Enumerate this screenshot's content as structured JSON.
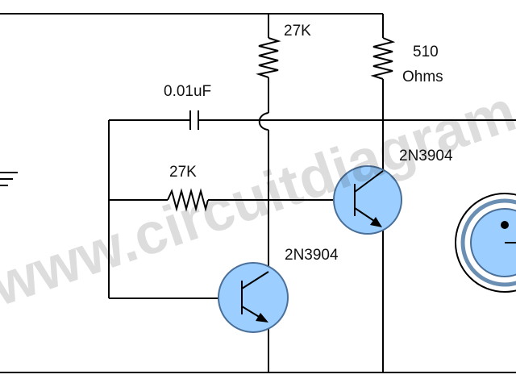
{
  "labels": {
    "r_top": "27K",
    "r_collector": "510",
    "r_collector_unit": "Ohms",
    "cap": "0.01uF",
    "r_feedback": "27K",
    "q_upper": "2N3904",
    "q_lower": "2N3904"
  },
  "watermark": "www.circuitdiagram.c",
  "colors": {
    "wire": "#000000",
    "transistor_fill": "#9ccfff",
    "transistor_outline": "#4a6f99",
    "background": "#ffffff"
  },
  "icons": [
    "resistor-icon",
    "capacitor-icon",
    "npn-transistor-icon",
    "ground-icon",
    "lamp-icon"
  ]
}
